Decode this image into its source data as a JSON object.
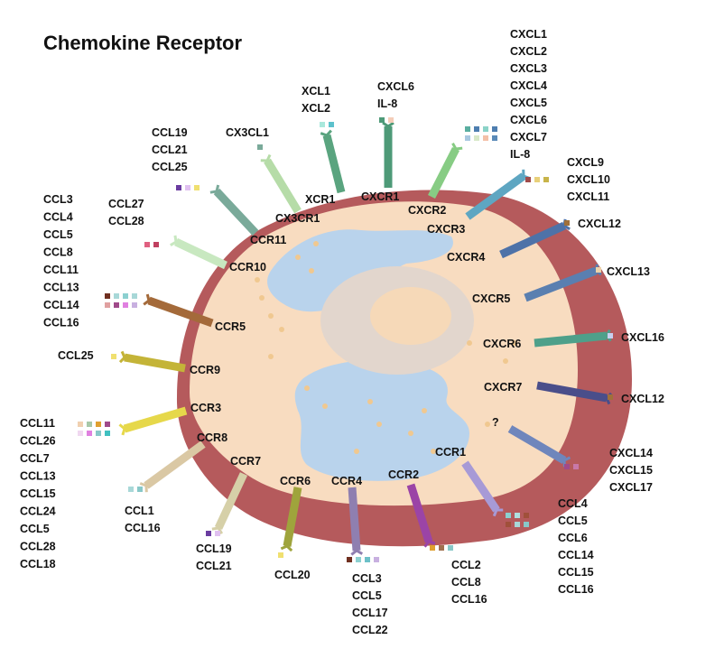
{
  "title": "Chemokine Receptor",
  "unknown_mark": "?",
  "colors": {
    "membrane": "#b55a5c",
    "cytoplasm": "#f8dcc0",
    "er": "#b9d3ec",
    "nucleus": "#e2d6cd",
    "nucleolus": "#f6d9b8"
  },
  "receptors": [
    {
      "id": "xcr1",
      "label": "XCR1",
      "color": "#5aa47f",
      "ligands": [
        "XCL1",
        "XCL2"
      ],
      "squares": [
        "#a9e8dc",
        "#5cc1cc"
      ]
    },
    {
      "id": "cxcr1",
      "label": "CXCR1",
      "color": "#4e9a78",
      "ligands": [
        "CXCL6",
        "IL-8"
      ],
      "squares": [
        "#4e9a78",
        "#f4cdb8"
      ]
    },
    {
      "id": "cxcr2",
      "label": "CXCR2",
      "color": "#87cc84",
      "ligands": [
        "CXCL1",
        "CXCL2",
        "CXCL3",
        "CXCL4",
        "CXCL5",
        "CXCL6",
        "CXCL7",
        "IL-8"
      ],
      "squares": [
        "#5aaea0",
        "#4e7eb0",
        "#8bd3c8",
        "#4e7eb0",
        "#a8c8e0",
        "#d8e8c8",
        "#f4c0a8",
        "#5a8ab8"
      ]
    },
    {
      "id": "cxcr3",
      "label": "CXCR3",
      "color": "#5ea6c2",
      "ligands": [
        "CXCL9",
        "CXCL10",
        "CXCL11"
      ],
      "squares": [
        "#a04a4a",
        "#e8d07a",
        "#c8b44a"
      ]
    },
    {
      "id": "cxcr4",
      "label": "CXCR4",
      "color": "#4e72a8",
      "ligands": [
        "CXCL12"
      ],
      "squares": [
        "#a0703a"
      ]
    },
    {
      "id": "cxcr5",
      "label": "CXCR5",
      "color": "#5a7fb0",
      "ligands": [
        "CXCL13"
      ],
      "squares": [
        "#ecd2a8"
      ]
    },
    {
      "id": "cxcr6",
      "label": "CXCR6",
      "color": "#4ea08a",
      "ligands": [
        "CXCL16"
      ],
      "squares": [
        "#c8d0f0"
      ]
    },
    {
      "id": "cxcr7",
      "label": "CXCR7",
      "color": "#4a4e8a",
      "ligands": [
        "CXCL12"
      ],
      "squares": [
        "#a0703a"
      ]
    },
    {
      "id": "unknown",
      "label": "?",
      "color": "#6f86bc",
      "ligands": [
        "CXCL14",
        "CXCL15",
        "CXCL17"
      ],
      "squares": [
        "#a04a8a",
        "#c878a8"
      ]
    },
    {
      "id": "ccr1",
      "label": "CCR1",
      "color": "#a79ad6",
      "ligands": [
        "CCL4",
        "CCL5",
        "CCL6",
        "CCL14",
        "CCL15",
        "CCL16"
      ],
      "squares": [
        "#8cd0d0",
        "#aee0e0",
        "#a0503a",
        "#a0503a",
        "#a8d8d8",
        "#88c8c8"
      ]
    },
    {
      "id": "ccr2",
      "label": "CCR2",
      "color": "#9b44a6",
      "ligands": [
        "CCL2",
        "CCL8",
        "CCL16"
      ],
      "squares": [
        "#e0a030",
        "#a07050",
        "#88c8c8"
      ]
    },
    {
      "id": "ccr4",
      "label": "CCR4",
      "color": "#8f7fb0",
      "ligands": [
        "CCL3",
        "CCL5",
        "CCL17",
        "CCL22"
      ],
      "squares": [
        "#703020",
        "#8cd0d0",
        "#6cc0c8",
        "#c8b0e0"
      ]
    },
    {
      "id": "ccr6",
      "label": "CCR6",
      "color": "#9fa43c",
      "ligands": [
        "CCL20"
      ],
      "squares": [
        "#f0e070"
      ]
    },
    {
      "id": "ccr7",
      "label": "CCR7",
      "color": "#d6d0a8",
      "ligands": [
        "CCL19",
        "CCL21"
      ],
      "squares": [
        "#6a3ca0",
        "#e0c0f0"
      ]
    },
    {
      "id": "ccr8",
      "label": "CCR8",
      "color": "#dac8a4",
      "ligands": [
        "CCL1",
        "CCL16"
      ],
      "squares": [
        "#a8d8d8",
        "#88c8c8"
      ]
    },
    {
      "id": "ccr3",
      "label": "CCR3",
      "color": "#e6d84a",
      "ligands": [
        "CCL11",
        "CCL26",
        "CCL7",
        "CCL13",
        "CCL15",
        "CCL24",
        "CCL5",
        "CCL28",
        "CCL18"
      ],
      "squares": [
        "#f0d0b0",
        "#a8c8a8",
        "#e0a030",
        "#a04a8a",
        "#f0d8f0",
        "#e080e0",
        "#88c8c8",
        "#40c0c0"
      ]
    },
    {
      "id": "ccr9",
      "label": "CCR9",
      "color": "#c4b438",
      "ligands": [
        "CCL25"
      ],
      "squares": [
        "#f0e070"
      ]
    },
    {
      "id": "ccr5",
      "label": "CCR5",
      "color": "#a46a3a",
      "ligands": [
        "CCL3",
        "CCL4",
        "CCL5",
        "CCL8",
        "CCL11",
        "CCL13",
        "CCL14",
        "CCL16"
      ],
      "squares": [
        "#703020",
        "#a8d8d8",
        "#8cd0d0",
        "#a8d8d8",
        "#e0a0a0",
        "#a04a8a",
        "#e080e0",
        "#c8b0e0"
      ]
    },
    {
      "id": "ccr10",
      "label": "CCR10",
      "color": "#c8e8c0",
      "ligands": [
        "CCL27",
        "CCL28"
      ],
      "squares": [
        "#e06080",
        "#c04060"
      ]
    },
    {
      "id": "ccr11",
      "label": "CCR11",
      "color": "#7aaa9a",
      "ligands": [
        "CCL19",
        "CCL21",
        "CCL25"
      ],
      "squares": [
        "#6a3ca0",
        "#e0c0f0",
        "#f0e070"
      ]
    },
    {
      "id": "cx3cr1",
      "label": "CX3CR1",
      "color": "#b6dca8",
      "ligands": [
        "CX3CL1"
      ],
      "squares": [
        "#7aaa9a"
      ]
    }
  ]
}
